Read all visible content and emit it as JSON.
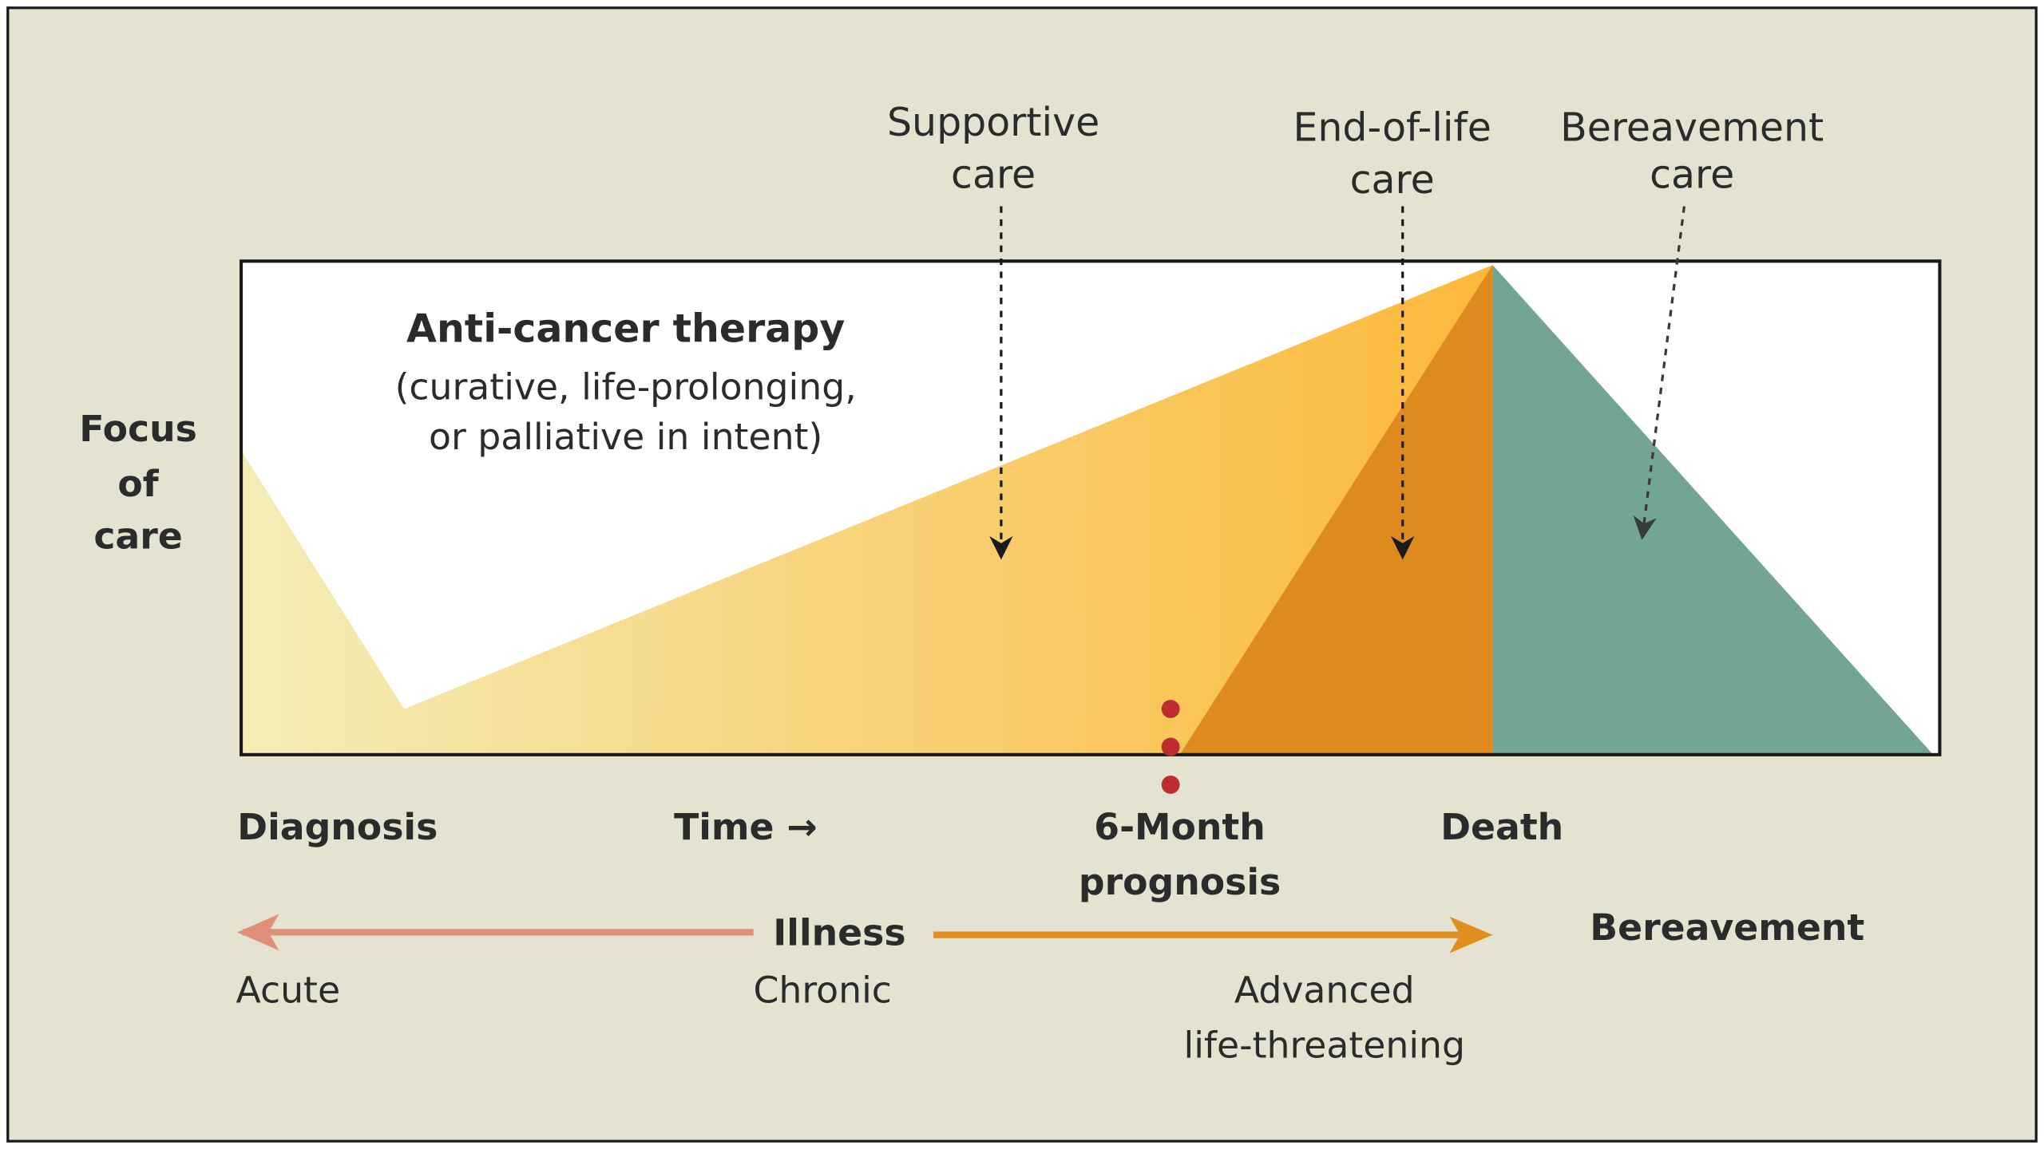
{
  "colors": {
    "background": "#E4E3D1",
    "frame": "#1A1A1A",
    "plot_bg": "#FFFFFF",
    "anticancer_light": "#F4EDB8",
    "anticancer_dark": "#FCB83A",
    "end_of_life": "#DF8A1F",
    "bereavement": "#72A693",
    "prognosis_dot": "#BE2C31",
    "acute_arrow": "#E0907A",
    "advanced_arrow": "#E08E1E",
    "text": "#2B2B2B"
  },
  "diagram": {
    "y_axis_label": [
      "Focus",
      "of",
      "care"
    ],
    "anticancer": {
      "title": "Anti-cancer therapy",
      "subtitle": [
        "(curative, life-prolonging,",
        "or palliative in intent)"
      ]
    },
    "callouts": {
      "supportive": [
        "Supportive",
        "care"
      ],
      "end_of_life": [
        "End-of-life",
        "care"
      ],
      "bereavement": [
        "Bereavement",
        "care"
      ]
    },
    "timeline": {
      "diagnosis": "Diagnosis",
      "time": "Time →",
      "prognosis": [
        "6-Month",
        "prognosis"
      ],
      "death": "Death"
    },
    "phases": {
      "illness": "Illness",
      "bereavement": "Bereavement",
      "acute": "Acute",
      "chronic": "Chronic",
      "advanced": [
        "Advanced",
        "life-threatening"
      ]
    }
  }
}
